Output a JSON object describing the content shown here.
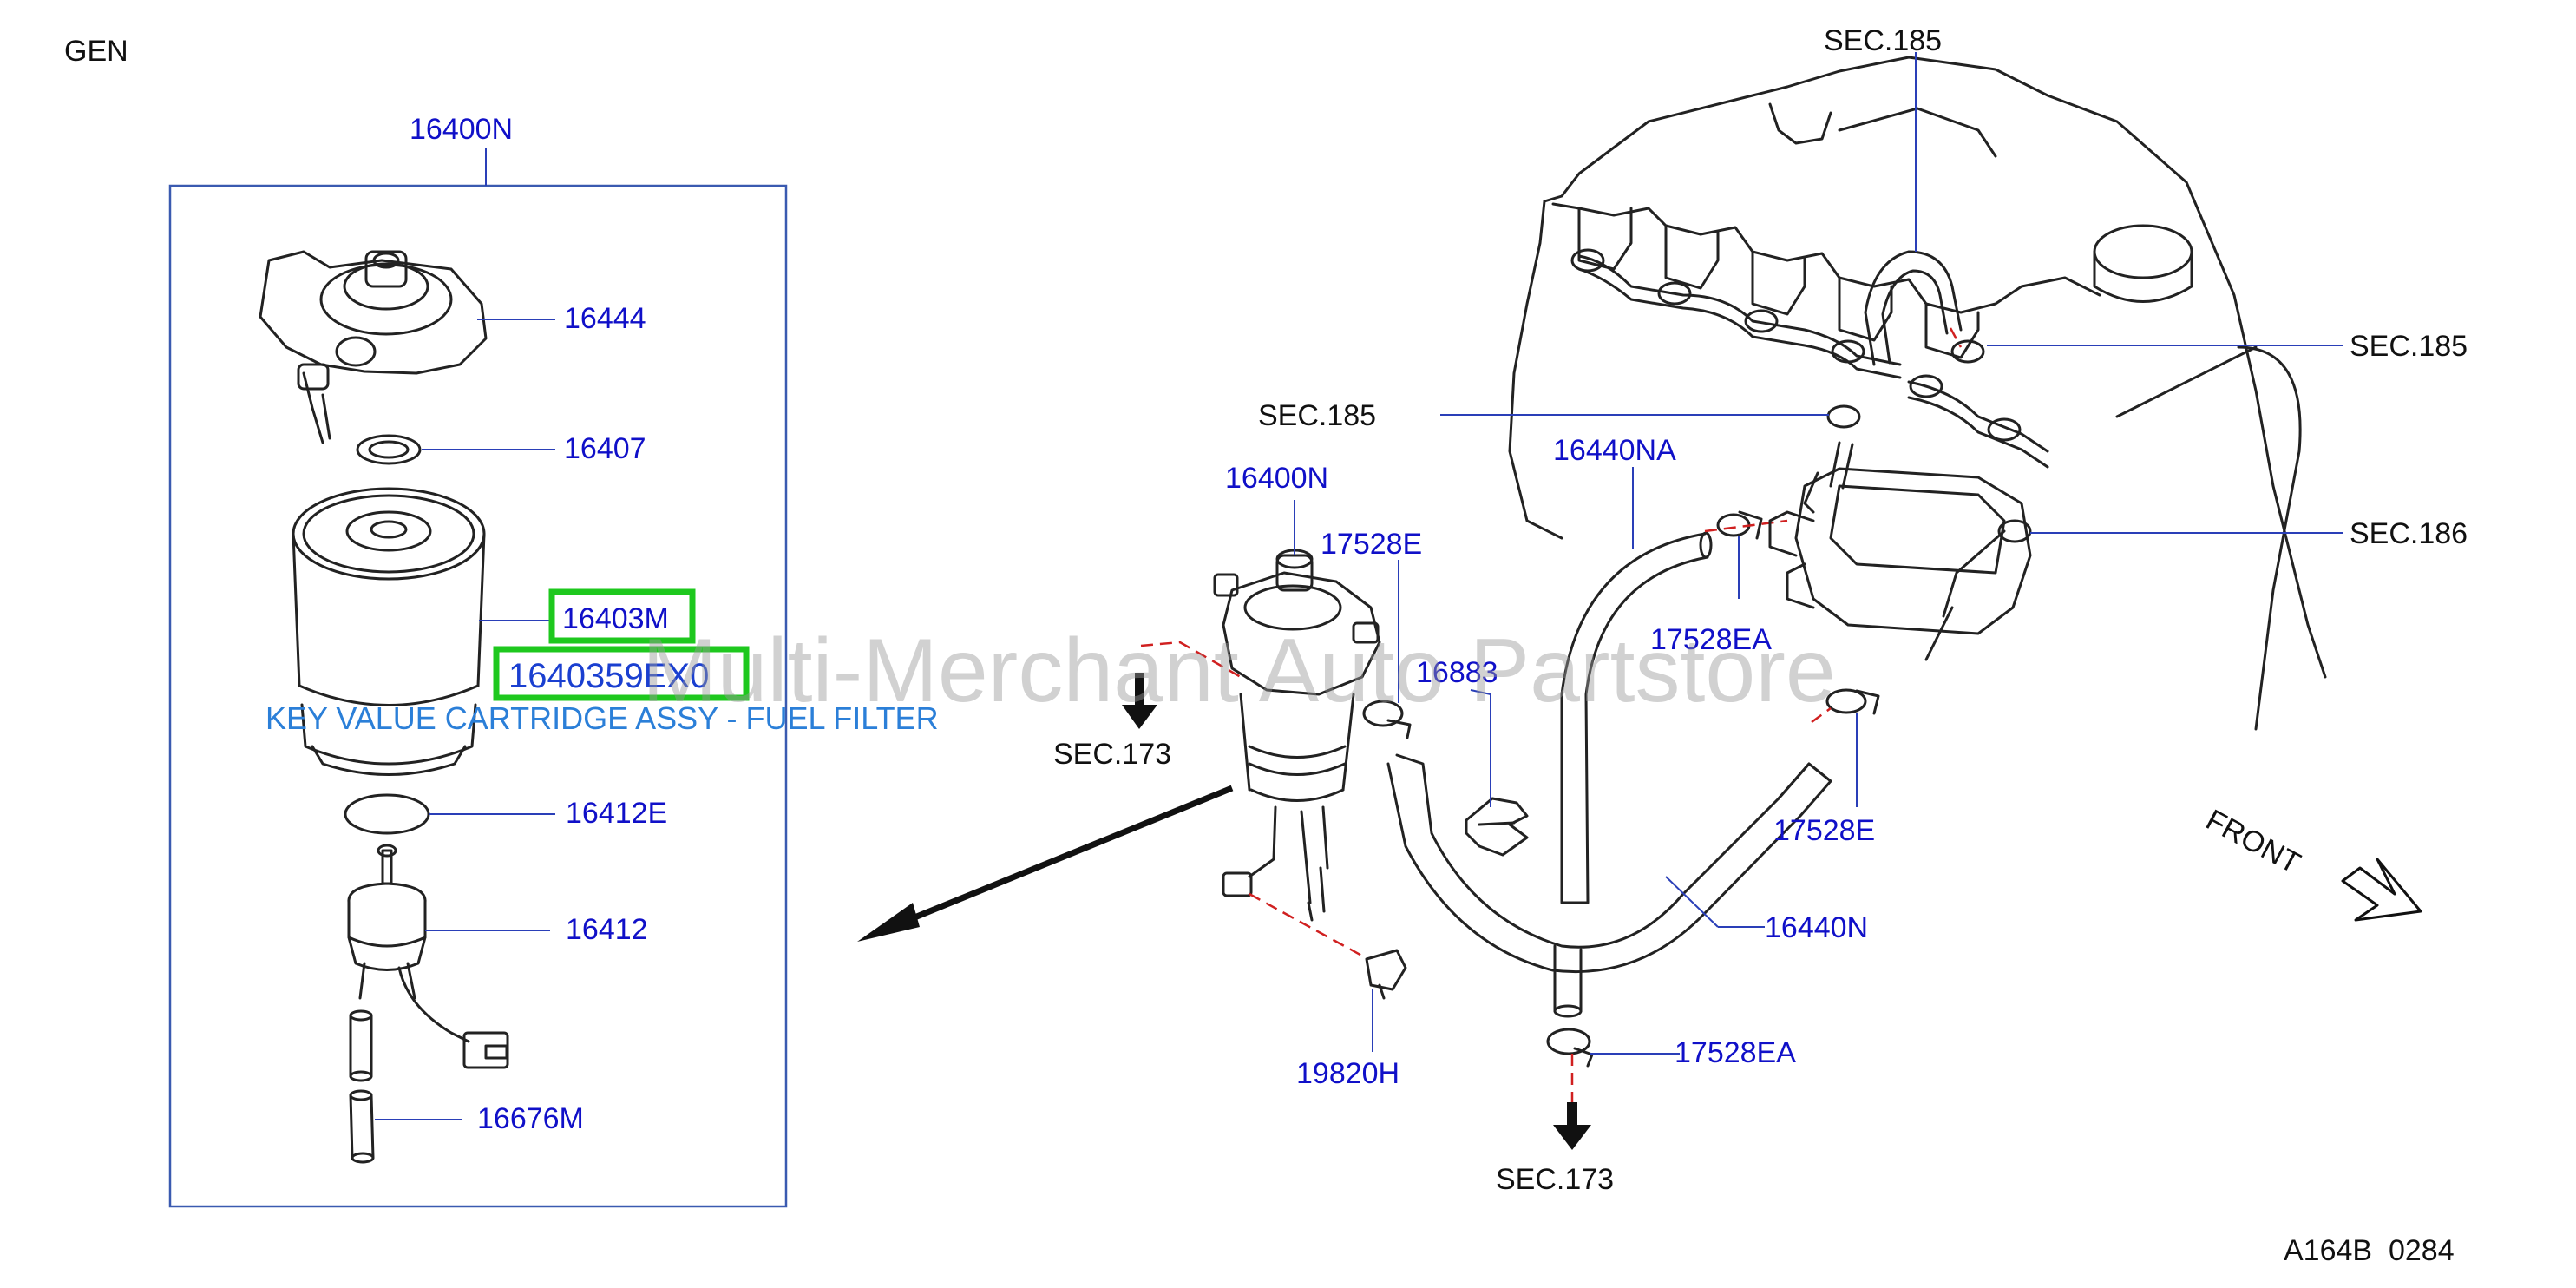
{
  "header": {
    "group_code": "GEN"
  },
  "footer": {
    "diagram_code": "A164B  0284"
  },
  "watermark": {
    "text": "Multi-Merchant Auto Partstore"
  },
  "colors": {
    "part_label": "#1010c8",
    "highlight": "#1ec81e",
    "key_value": "#2b7fd8",
    "leader": "#2a3fb8"
  },
  "parts": {
    "assembly_box": "16400N",
    "filter_head": "16444",
    "o_ring": "16407",
    "cartridge": "16403M",
    "seal_ring": "16412E",
    "sensor": "16412",
    "drain_hose": "16676M",
    "assembly_main": "16400N",
    "clamp_top": "17528E",
    "hose_upper": "16440NA",
    "clamp_upper": "17528EA",
    "bracket_clip": "16883",
    "clamp_right": "17528E",
    "hose_lower": "16440N",
    "clamp_lower": "17528EA",
    "connector_clip": "19820H"
  },
  "highlight": {
    "part_number": "1640359EX0",
    "key_value": "KEY VALUE CARTRIDGE ASSY - FUEL FILTER"
  },
  "sections": {
    "top": "SEC.185",
    "right_upper": "SEC.185",
    "left_mid": "SEC.185",
    "right_lower": "SEC.186",
    "filter_outlet": "SEC.173",
    "bottom": "SEC.173"
  },
  "orientation": {
    "front_label": "FRONT"
  }
}
